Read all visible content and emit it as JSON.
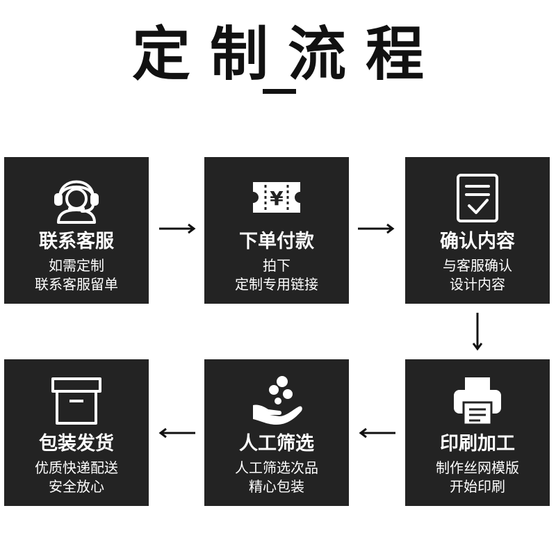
{
  "page": {
    "title": "定制流程"
  },
  "steps": [
    {
      "title": "联系客服",
      "line1": "如需定制",
      "line2": "联系客服留单",
      "icon": "customer-service-headset-icon"
    },
    {
      "title": "下单付款",
      "line1": "拍下",
      "line2": "定制专用链接",
      "icon": "yen-ticket-icon"
    },
    {
      "title": "确认内容",
      "line1": "与客服确认",
      "line2": "设计内容",
      "icon": "document-check-icon"
    },
    {
      "title": "印刷加工",
      "line1": "制作丝网模版",
      "line2": "开始印刷",
      "icon": "printer-icon"
    },
    {
      "title": "人工筛选",
      "line1": "人工筛选次品",
      "line2": "精心包装",
      "icon": "hand-coins-icon"
    },
    {
      "title": "包装发货",
      "line1": "优质快递配送",
      "line2": "安全放心",
      "icon": "box-icon"
    }
  ],
  "colors": {
    "card_bg": "#232323",
    "text_on_card": "#ffffff",
    "title": "#111111",
    "arrow": "#111111"
  }
}
